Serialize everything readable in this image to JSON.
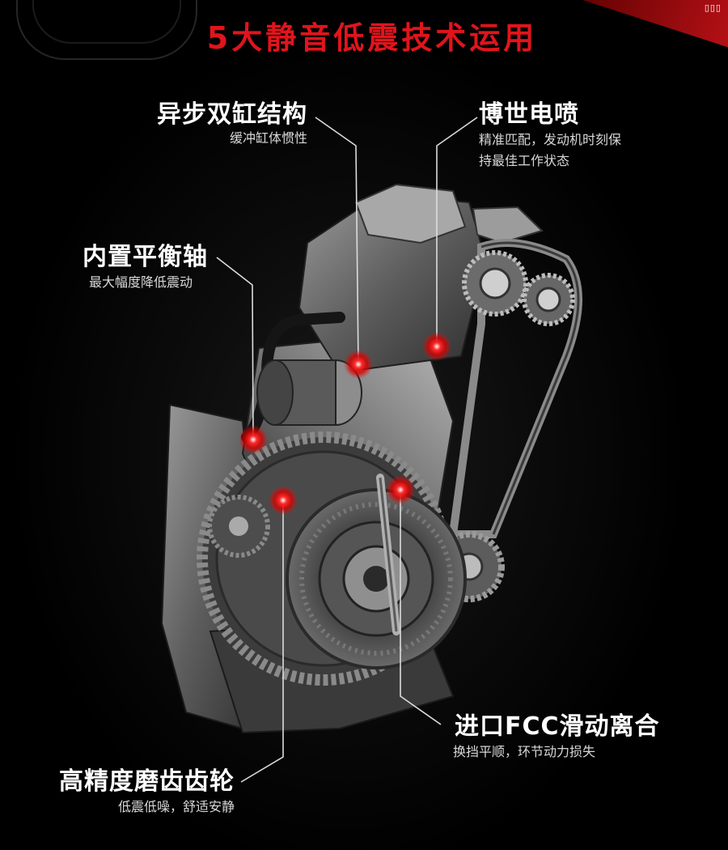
{
  "corner_mark": "▯▯▯",
  "headline": "5大静音低震技术运用",
  "features": {
    "twin_cylinder": {
      "title": "异步双缸结构",
      "desc": "缓冲缸体惯性"
    },
    "bosch_injection": {
      "title": "博世电喷",
      "desc_line1": "精准匹配，发动机时刻保",
      "desc_line2": "持最佳工作状态"
    },
    "balance_shaft": {
      "title": "内置平衡轴",
      "desc": "最大幅度降低震动"
    },
    "fcc_clutch": {
      "title": "进口FCC滑动离合",
      "desc": "换挡平顺，环节动力损失"
    },
    "precision_gear": {
      "title": "高精度磨齿齿轮",
      "desc": "低震低噪，舒适安静"
    }
  },
  "colors": {
    "accent": "#e1141c",
    "marker": "#ff1a1a",
    "background": "#000000",
    "text": "#ffffff"
  },
  "icons": {
    "engine": "engine-illustration",
    "marker": "red-glow-dot"
  }
}
